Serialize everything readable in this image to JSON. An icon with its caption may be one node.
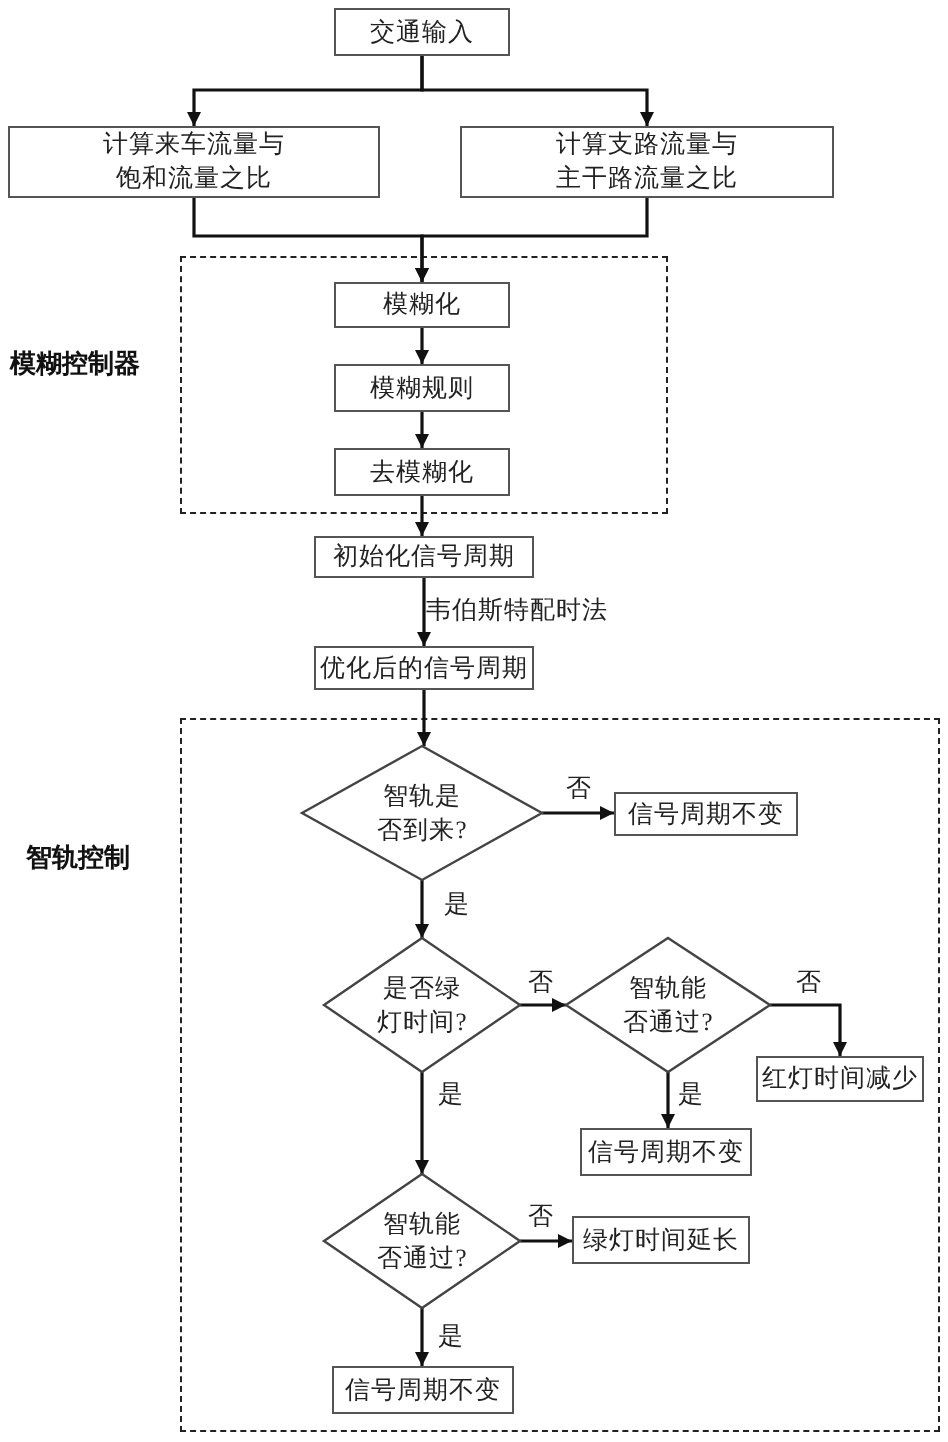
{
  "diagram": {
    "nodes": [
      {
        "text": [
          "交通输入"
        ]
      },
      {
        "text": [
          "计算来车流量与饱和流量之比"
        ]
      },
      {
        "text": [
          "计算支路流量与主干路流量之比"
        ]
      },
      {
        "text": [
          "模糊控制器"
        ]
      },
      {
        "text": [
          "模糊化"
        ],
        "in": 3
      },
      {
        "text": [
          "模糊规则"
        ],
        "in": 3
      },
      {
        "text": [
          "去模糊化"
        ],
        "in": 3
      },
      {
        "text": [
          "初始化信号周期"
        ]
      },
      {
        "text": [
          "优化后的信号周期"
        ]
      },
      {
        "text": [
          "智轨控制"
        ]
      },
      {
        "text": [
          "智轨是否到来?"
        ],
        "in": 9
      },
      {
        "text": [
          "信号周期不变"
        ],
        "in": 9
      },
      {
        "text": [
          "是否绿灯时间?"
        ],
        "in": 9
      },
      {
        "text": [
          "智轨能否通过?"
        ],
        "in": 9
      },
      {
        "text": [
          "红灯时间减少"
        ],
        "in": 9
      },
      {
        "text": [
          "信号周期不变"
        ],
        "in": 9
      },
      {
        "text": [
          "智轨能否通过?"
        ],
        "in": 9
      },
      {
        "text": [
          "绿灯时间延长"
        ],
        "in": 9
      },
      {
        "text": [
          "信号周期不变"
        ],
        "in": 9
      }
    ],
    "edges": [
      {
        "from": 0,
        "to": 1,
        "arrow": "to"
      },
      {
        "from": 0,
        "to": 2,
        "arrow": "to"
      },
      {
        "from": 1,
        "to": 4,
        "arrow": "to"
      },
      {
        "from": 2,
        "to": 4,
        "arrow": "to"
      },
      {
        "from": 4,
        "to": 5,
        "arrow": "to"
      },
      {
        "from": 5,
        "to": 6,
        "arrow": "to"
      },
      {
        "from": 6,
        "to": 7,
        "arrow": "to"
      },
      {
        "from": 7,
        "to": 8,
        "arrow": "to",
        "label": "韦伯斯特配时法"
      },
      {
        "from": 8,
        "to": 10,
        "arrow": "to"
      },
      {
        "from": 10,
        "to": 11,
        "arrow": "to",
        "label": "否"
      },
      {
        "from": 10,
        "to": 12,
        "arrow": "to",
        "label": "是"
      },
      {
        "from": 12,
        "to": 13,
        "arrow": "to",
        "label": "否"
      },
      {
        "from": 13,
        "to": 14,
        "arrow": "to",
        "label": "否"
      },
      {
        "from": 13,
        "to": 15,
        "arrow": "to",
        "label": "是"
      },
      {
        "from": 12,
        "to": 16,
        "arrow": "to",
        "label": "是"
      },
      {
        "from": 16,
        "to": 17,
        "arrow": "to",
        "label": "否"
      },
      {
        "from": 16,
        "to": 18,
        "arrow": "to",
        "label": "是"
      }
    ]
  }
}
